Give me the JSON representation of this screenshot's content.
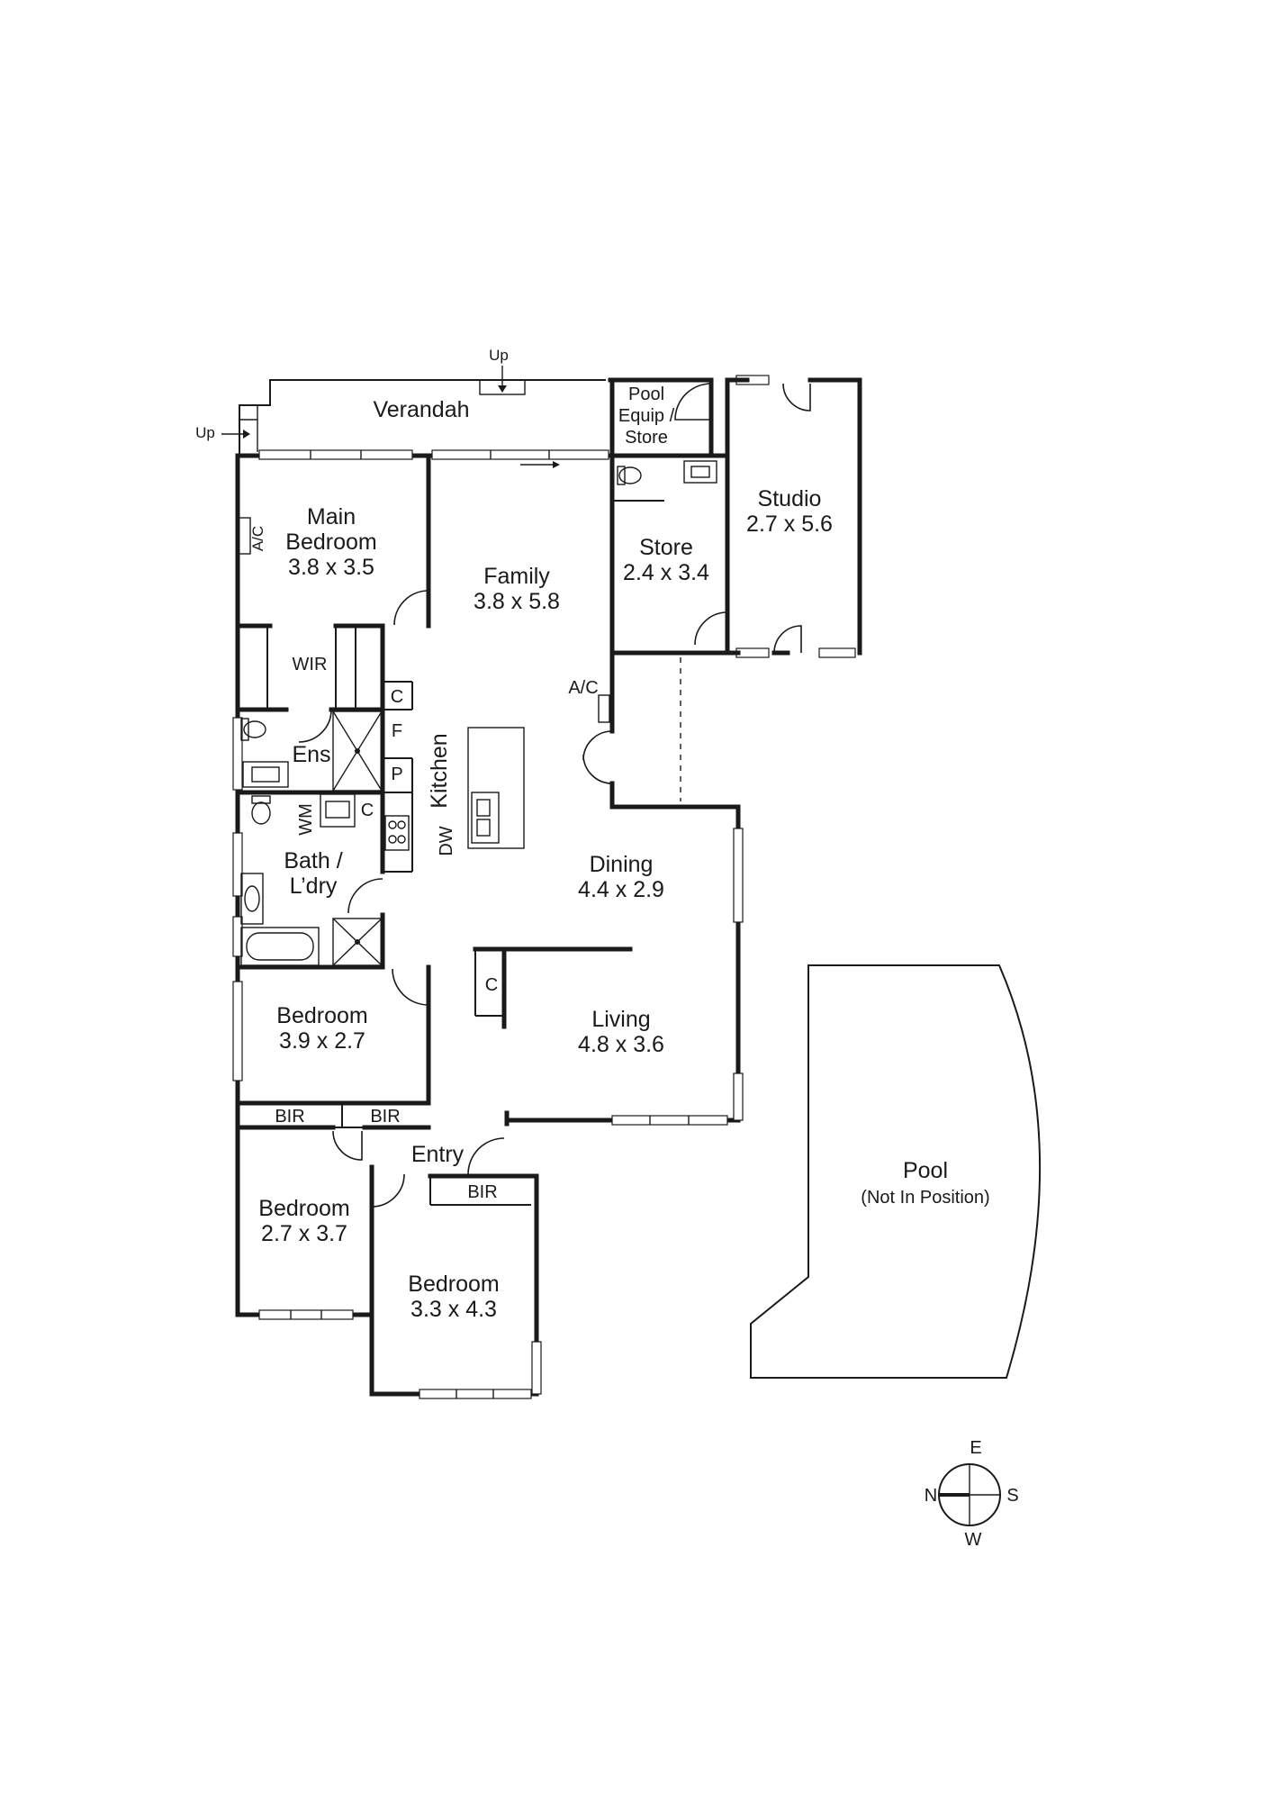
{
  "rooms": {
    "verandah": {
      "name": "Verandah"
    },
    "up_top": {
      "name": "Up"
    },
    "up_left": {
      "name": "Up"
    },
    "pool_equip": {
      "line1": "Pool",
      "line2": "Equip /",
      "line3": "Store"
    },
    "main_bedroom": {
      "line1": "Main",
      "line2": "Bedroom",
      "dims": "3.8 x 3.5"
    },
    "ac_main": {
      "name": "A/C"
    },
    "family": {
      "name": "Family",
      "dims": "3.8 x 5.8"
    },
    "store": {
      "name": "Store",
      "dims": "2.4 x 3.4"
    },
    "studio": {
      "name": "Studio",
      "dims": "2.7 x 5.6"
    },
    "wir": {
      "name": "WIR"
    },
    "c_top": {
      "name": "C"
    },
    "f": {
      "name": "F"
    },
    "p": {
      "name": "P"
    },
    "ens": {
      "name": "Ens"
    },
    "ac_side": {
      "name": "A/C"
    },
    "kitchen": {
      "name": "Kitchen"
    },
    "dw": {
      "name": "DW"
    },
    "wm": {
      "name": "WM"
    },
    "c_bath": {
      "name": "C"
    },
    "bath": {
      "line1": "Bath /",
      "line2": "L’dry"
    },
    "dining": {
      "name": "Dining",
      "dims": "4.4 x 2.9"
    },
    "living": {
      "name": "Living",
      "dims": "4.8 x 3.6"
    },
    "c_living": {
      "name": "C"
    },
    "bedroom_mid": {
      "name": "Bedroom",
      "dims": "3.9 x 2.7"
    },
    "bir_left": {
      "name": "BIR"
    },
    "bir_right": {
      "name": "BIR"
    },
    "entry": {
      "name": "Entry"
    },
    "bir_bottom": {
      "name": "BIR"
    },
    "bedroom_left": {
      "name": "Bedroom",
      "dims": "2.7 x 3.7"
    },
    "bedroom_bottom": {
      "name": "Bedroom",
      "dims": "3.3 x 4.3"
    },
    "pool": {
      "name": "Pool",
      "note": "(Not In Position)"
    }
  },
  "compass": {
    "north": "N",
    "south": "S",
    "east": "E",
    "west": "W"
  }
}
